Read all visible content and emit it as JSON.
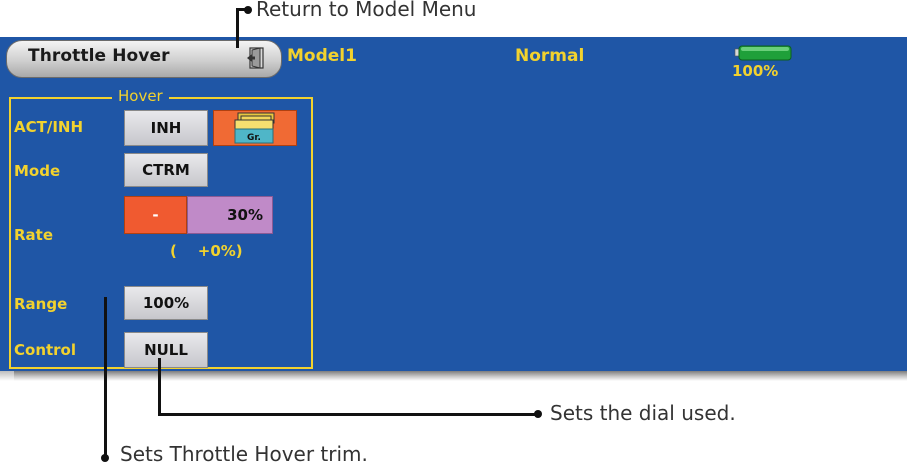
{
  "header": {
    "tab_title": "Throttle Hover",
    "model_name": "Model1",
    "condition": "Normal",
    "battery_pct": "100%",
    "battery_level": 1.0
  },
  "hover_group": {
    "title": "Hover",
    "act_inh": {
      "label": "ACT/INH",
      "value": "INH",
      "group_button_label": "Gr."
    },
    "mode": {
      "label": "Mode",
      "value": "CTRM"
    },
    "rate": {
      "label": "Rate",
      "sign": "-",
      "value": "30%",
      "trim": "(    +0%)"
    },
    "range": {
      "label": "Range",
      "value": "100%"
    },
    "control": {
      "label": "Control",
      "value": "NULL"
    }
  },
  "annotations": {
    "return": "Return to Model Menu",
    "dial": "Sets the dial used.",
    "trim": "Sets Throttle Hover trim."
  },
  "colors": {
    "screen_bg": "#1f56a6",
    "label_yellow": "#f2d22e",
    "button_red": "#f05a30",
    "button_purple": "#c08ac8"
  }
}
